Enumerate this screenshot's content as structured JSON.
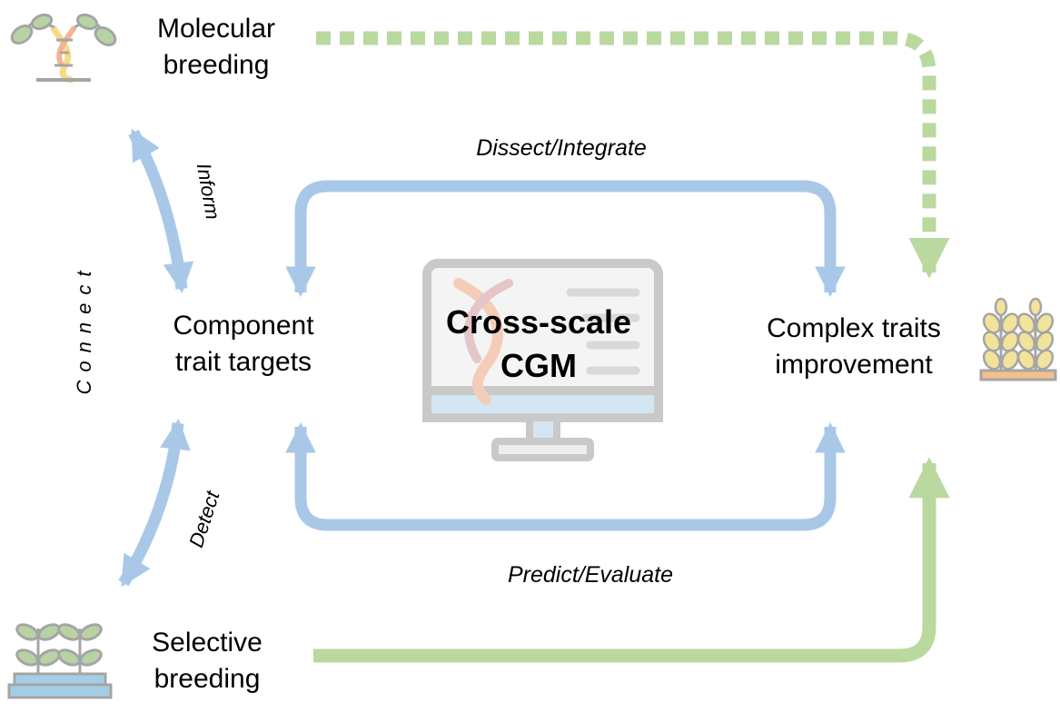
{
  "nodes": {
    "molecular_breeding": [
      "Molecular",
      "breeding"
    ],
    "component_traits": [
      "Component",
      "trait targets"
    ],
    "complex_traits": [
      "Complex traits",
      "improvement"
    ],
    "selective_breeding": [
      "Selective",
      "breeding"
    ],
    "center": [
      "Cross-scale",
      "CGM"
    ]
  },
  "edges": {
    "dissect_integrate": "Dissect/Integrate",
    "predict_evaluate": "Predict/Evaluate",
    "inform": "Inform",
    "detect": "Detect",
    "connect": "Connect"
  },
  "colors": {
    "blue_arrow": "#a9c8e8",
    "green_arrow": "#b9d99f",
    "icon_stroke": "#a5a5a5",
    "leaf_green": "#b7d3a3",
    "leaf_yellow": "#f2e39a",
    "dna_orange": "#f4b392",
    "dna_yellow": "#f6dc88",
    "monitor_blue": "#d4e6f2",
    "pot_blue": "#a6cde6"
  },
  "icons": [
    "dna-plant-icon",
    "monitor-icon",
    "seedlings-icon",
    "wheat-icon"
  ]
}
